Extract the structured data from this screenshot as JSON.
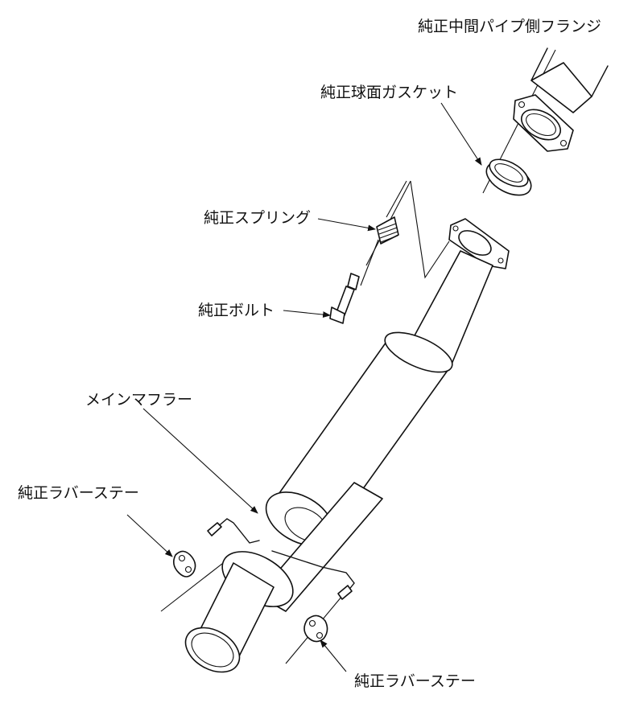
{
  "labels": {
    "oem_mid_pipe_flange": "純正中間パイプ側フランジ",
    "oem_spherical_gasket": "純正球面ガスケット",
    "oem_spring": "純正スプリング",
    "oem_bolt": "純正ボルト",
    "main_muffler": "メインマフラー",
    "oem_rubber_stay_left": "純正ラバーステー",
    "oem_rubber_stay_bottom": "純正ラバーステー"
  },
  "colors": {
    "stroke": "#111111",
    "background": "#ffffff"
  }
}
